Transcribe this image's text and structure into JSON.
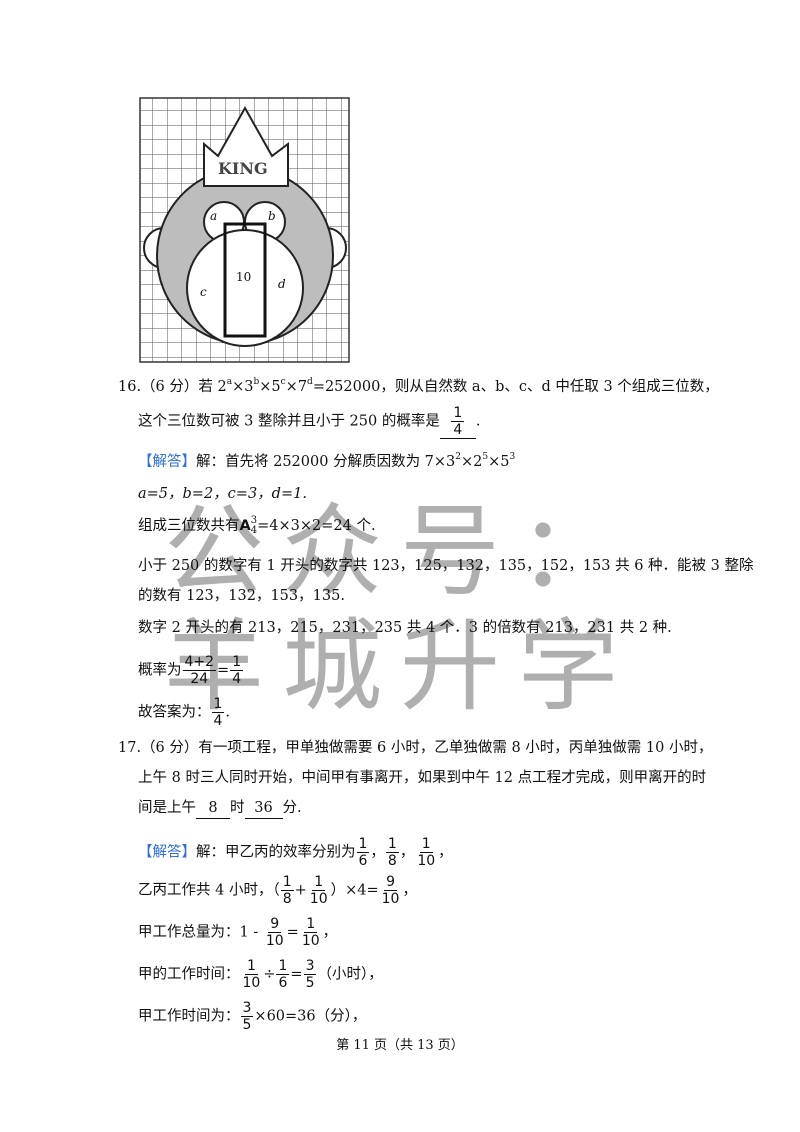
{
  "figure": {
    "crown_label": "KING",
    "labels": {
      "a": "a",
      "b": "b",
      "c": "c",
      "d": "d",
      "ten": "10"
    }
  },
  "q16": {
    "line1_start": "16.（6 分）若 2",
    "exp_a": "a",
    "mid1": "×3",
    "exp_b": "b",
    "mid2": "×5",
    "exp_c": "c",
    "mid3": "×7",
    "exp_d": "d",
    "line1_end": "=252000，则从自然数 a、b、c、d 中任取 3 个组成三位数，",
    "line2": "这个三位数可被 3 整除并且小于 250 的概率是",
    "answer_num": "1",
    "answer_den": "4",
    "line2_end": "."
  },
  "a16": {
    "tag": "【解答】",
    "l1": "解：首先将 252000 分解质因数为 7×3",
    "l1_e1": "2",
    "l1_m": "×2",
    "l1_e2": "5",
    "l1_m2": "×5",
    "l1_e3": "3",
    "l2": "a=5，b=2，c=3，d=1.",
    "l3_start": "组成三位数共有",
    "l3_A": "A",
    "l3_sup": "3",
    "l3_sub": "4",
    "l3_end": "=4×3×2=24 个.",
    "l4": "小于 250 的数字有 1 开头的数字共 123，125，132，135，152，153 共 6 种．能被 3 整除",
    "l5": "的数有 123，132，153，135.",
    "l6": "数字 2 开头的有 213，215，231，235 共 4 个．3 的倍数有 213，231 共 2 种.",
    "l7_start": "概率为",
    "l7_n1": "4+2",
    "l7_d1": "24",
    "l7_eq": "=",
    "l7_n2": "1",
    "l7_d2": "4",
    "l8_start": "故答案为：",
    "l8_n": "1",
    "l8_d": "4",
    "l8_end": "."
  },
  "q17": {
    "line1": "17.（6 分）有一项工程，甲单独做需要 6 小时，乙单独做需 8 小时，丙单独做需 10 小时，",
    "line2": "上午 8 时三人同时开始，中间甲有事离开，如果到中午 12 点工程才完成，则甲离开的时",
    "line3_start": "间是上午",
    "ans1": "8",
    "mid": "时",
    "ans2": "36",
    "line3_end": "分."
  },
  "a17": {
    "tag": "【解答】",
    "l1_start": "解：甲乙丙的效率分别为",
    "f1n": "1",
    "f1d": "6",
    "f2n": "1",
    "f2d": "8",
    "f3n": "1",
    "f3d": "10",
    "sep": "，",
    "l2_start": "乙丙工作共 4 小时，（",
    "l2_an": "1",
    "l2_ad": "8",
    "l2_plus": "+",
    "l2_bn": "1",
    "l2_bd": "10",
    "l2_mid": "）×4=",
    "l2_rn": "9",
    "l2_rd": "10",
    "l3_start": "甲工作总量为：1 - ",
    "l3_an": "9",
    "l3_ad": "10",
    "l3_eq": "=",
    "l3_bn": "1",
    "l3_bd": "10",
    "l4_start": "甲的工作时间：",
    "l4_an": "1",
    "l4_ad": "10",
    "l4_div": "÷",
    "l4_bn": "1",
    "l4_bd": "6",
    "l4_eq": "=",
    "l4_rn": "3",
    "l4_rd": "5",
    "l4_end": "（小时），",
    "l5_start": "甲工作时间为：",
    "l5_n": "3",
    "l5_d": "5",
    "l5_end": "×60=36（分），"
  },
  "watermark": {
    "line1": "公众号：",
    "line2": "羊城升学"
  },
  "footer": {
    "text": "第 11 页（共 13 页）"
  }
}
